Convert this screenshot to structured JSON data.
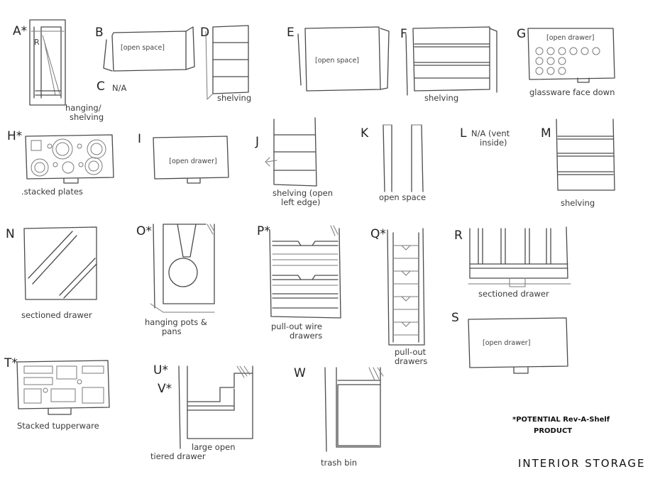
{
  "title": "INTERIOR STORAGE",
  "legend": {
    "line1": "*POTENTIAL Rev-A-Shelf",
    "line2": "PRODUCT"
  },
  "units": [
    {
      "id": "A",
      "letter": "A*",
      "caption": [
        "hanging/",
        "shelving"
      ],
      "inner": "R"
    },
    {
      "id": "B",
      "letter": "B",
      "caption": [],
      "inner": "[open space]"
    },
    {
      "id": "C",
      "letter": "C",
      "caption": [
        "N/A"
      ]
    },
    {
      "id": "D",
      "letter": "D",
      "caption": [
        "shelving"
      ]
    },
    {
      "id": "E",
      "letter": "E",
      "caption": [],
      "inner": "[open space]"
    },
    {
      "id": "F",
      "letter": "F",
      "caption": [
        "shelving"
      ]
    },
    {
      "id": "G",
      "letter": "G",
      "caption": [
        "glassware face down"
      ],
      "inner": "[open drawer]"
    },
    {
      "id": "H",
      "letter": "H*",
      "caption": [
        ".stacked plates"
      ]
    },
    {
      "id": "I",
      "letter": "I",
      "caption": [],
      "inner": "[open drawer]"
    },
    {
      "id": "J",
      "letter": "J",
      "caption": [
        "shelving (open",
        "left edge)"
      ]
    },
    {
      "id": "K",
      "letter": "K",
      "caption": [
        "open space"
      ]
    },
    {
      "id": "L",
      "letter": "L",
      "caption": [
        "N/A (vent",
        "inside)"
      ]
    },
    {
      "id": "M",
      "letter": "M",
      "caption": [
        "shelving"
      ]
    },
    {
      "id": "N",
      "letter": "N",
      "caption": [
        "sectioned drawer"
      ]
    },
    {
      "id": "O",
      "letter": "O*",
      "caption": [
        "hanging pots &",
        "pans"
      ]
    },
    {
      "id": "P",
      "letter": "P*",
      "caption": [
        "pull-out wire",
        "drawers"
      ]
    },
    {
      "id": "Q",
      "letter": "Q*",
      "caption": [
        "pull-out",
        "drawers"
      ]
    },
    {
      "id": "R",
      "letter": "R",
      "caption": [
        "sectioned drawer"
      ]
    },
    {
      "id": "S",
      "letter": "S",
      "caption": [],
      "inner": "[open drawer]"
    },
    {
      "id": "T",
      "letter": "T*",
      "caption": [
        "Stacked tupperware"
      ]
    },
    {
      "id": "UV",
      "letter": "U*",
      "letter2": "V*",
      "caption": [
        "large open",
        "tiered drawer"
      ]
    },
    {
      "id": "W",
      "letter": "W",
      "caption": [
        "trash bin"
      ]
    }
  ]
}
